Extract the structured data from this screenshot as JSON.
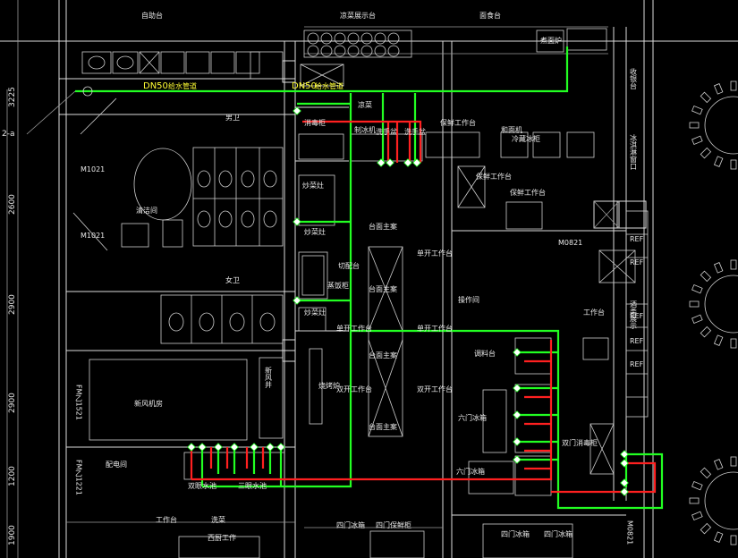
{
  "labels": {
    "top_autotable": "自助台",
    "top_cold_display": "凉菜展示台",
    "top_noodle_prep": "面食台",
    "noodle_stove": "煮面炉",
    "toilet_m": "男卫",
    "toilet_f": "女卫",
    "cleaning": "清洁间",
    "cold_dish": "凉菜",
    "wash_cab": "消毒柜",
    "prep_table": "制冰机",
    "sink1": "洗手盆",
    "sink2": "洗手盆",
    "cold_table": "保鲜工作台",
    "and_noodle": "和面机",
    "ice_machine": "冷藏冰柜",
    "fresh_table2": "保鲜工作台",
    "fresh_table3": "保鲜工作台",
    "fry_pan1": "炒菜灶",
    "fry_pan2": "炒菜灶",
    "fry_pan3": "炒菜灶",
    "steam_cab": "蒸饭柜",
    "bake_oven": "烧烤炉",
    "cut_table": "切配台",
    "single_table1": "单开工作台",
    "single_table2": "单开工作台",
    "single_table3": "单开工作台",
    "double_table": "双开工作台",
    "double_table2": "双开工作台",
    "main_table": "台面主案",
    "main_table2": "台面主案",
    "operation_room": "操作间",
    "seasoning": "调料台",
    "six_door": "六门冰箱",
    "six_door2": "六门冰箱",
    "double_wash": "双门消毒柜",
    "four_door1": "四门冰箱",
    "four_door2": "四门冰箱",
    "four_door3": "四门冰箱",
    "four_door_fresh": "四门保鲜柜",
    "double_sink": "双眼水池",
    "triple_sink": "三眼水池",
    "dish_wash": "洗菜",
    "west_cook": "西厨工作",
    "new_fan": "新风井",
    "exhaust_room": "新风机房",
    "elec_room": "配电间",
    "work_table": "工作台",
    "receive_table": "收银台",
    "ice_window": "冰淇淋窗口",
    "wine_display": "酒类展示",
    "door_m1021a": "M1021",
    "door_m1021b": "M1021",
    "door_m0821": "M0821",
    "door_fm1521": "FM乙1521",
    "door_fm1221": "FM乙1221",
    "door_m0821b": "M0821",
    "dn50_left": "DN50",
    "dn50_right": "DN50",
    "dn50_tag": "给水管道",
    "grid_label": "2-a",
    "ref": "REF"
  },
  "dimensions": [
    "3225",
    "2600",
    "2900",
    "2900",
    "1200",
    "1900"
  ]
}
